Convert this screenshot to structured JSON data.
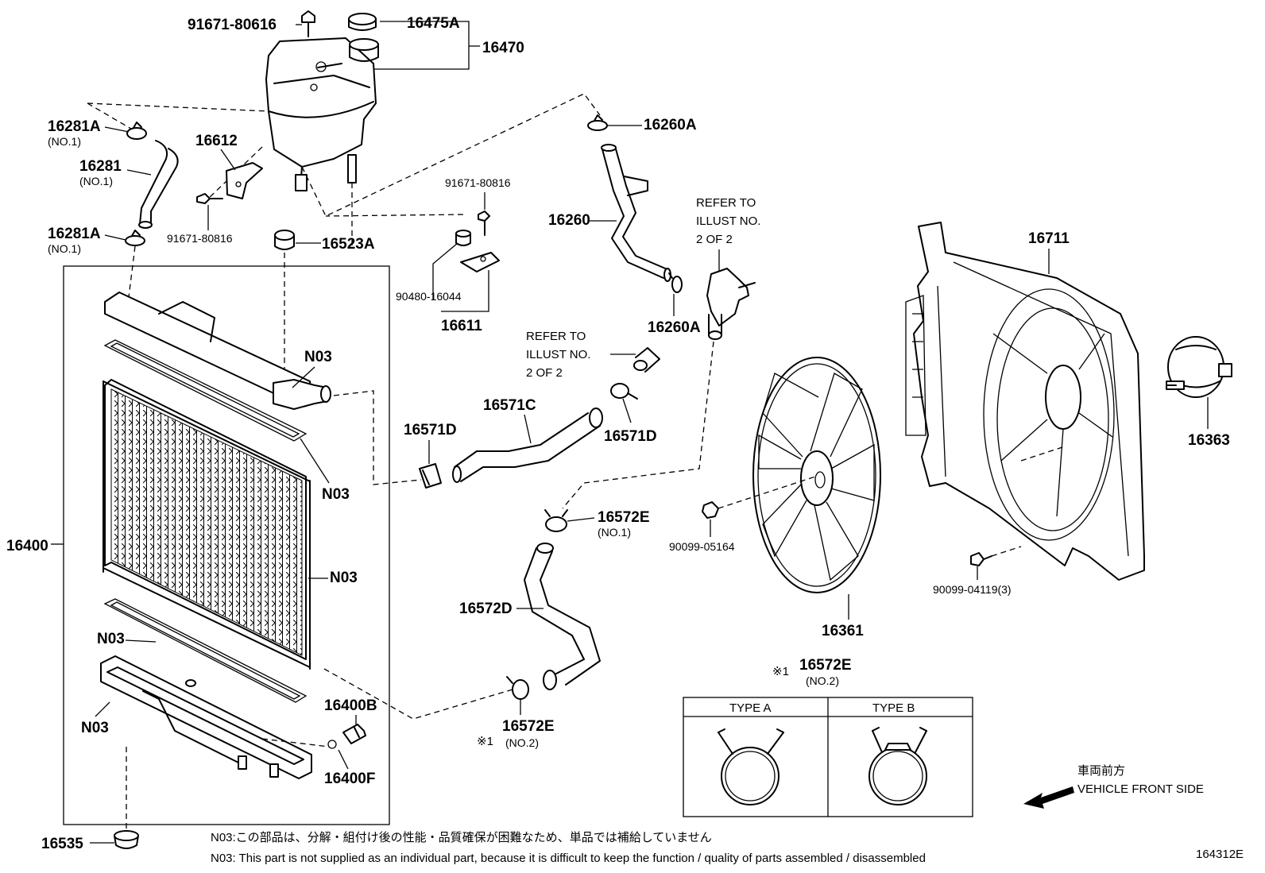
{
  "parts": {
    "p_91671_80616_top": "91671-80616",
    "p_16475A": "16475A",
    "p_16470": "16470",
    "p_16281A_top": "16281A",
    "p_16281A_top_sub": "(NO.1)",
    "p_16612": "16612",
    "p_16281": "16281",
    "p_16281_sub": "(NO.1)",
    "p_91671_80816_left": "91671-80816",
    "p_16281A_bot": "16281A",
    "p_16281A_bot_sub": "(NO.1)",
    "p_16523A": "16523A",
    "p_16260A_top": "16260A",
    "p_91671_80816_mid": "91671-80816",
    "p_16260": "16260",
    "p_90480_16044": "90480-16044",
    "p_16611": "16611",
    "p_16260A_bot": "16260A",
    "p_16711": "16711",
    "p_N03_a": "N03",
    "p_16571C": "16571C",
    "p_16571D_left": "16571D",
    "p_16571D_right": "16571D",
    "p_16363": "16363",
    "p_N03_b": "N03",
    "p_16400": "16400",
    "p_16572E_no1": "16572E",
    "p_16572E_no1_sub": "(NO.1)",
    "p_90099_05164": "90099-05164",
    "p_N03_c": "N03",
    "p_90099_04119": "90099-04119(3)",
    "p_16572D": "16572D",
    "p_16361": "16361",
    "p_N03_d": "N03",
    "p_16572E_box": "16572E",
    "p_16572E_box_sub": "(NO.2)",
    "p_16400B": "16400B",
    "p_N03_e": "N03",
    "p_16572E_no2": "16572E",
    "p_16572E_no2_sub": "(NO.2)",
    "p_16400F": "16400F",
    "p_16535": "16535"
  },
  "refer_upper": [
    "REFER TO",
    "ILLUST NO.",
    "2 OF 2"
  ],
  "refer_lower": [
    "REFER TO",
    "ILLUST NO.",
    "2 OF 2"
  ],
  "kome_mark": "※1",
  "clamp_types": {
    "type_a": "TYPE A",
    "type_b": "TYPE B"
  },
  "direction": {
    "jp": "車両前方",
    "en": "VEHICLE FRONT SIDE"
  },
  "notes": {
    "jp": "N03:この部品は、分解・組付け後の性能・品質確保が困難なため、単品では補給していません",
    "en": "N03: This part is not supplied as an individual part, because it is difficult to keep the function / quality of parts assembled / disassembled"
  },
  "illustration_code": "164312E"
}
